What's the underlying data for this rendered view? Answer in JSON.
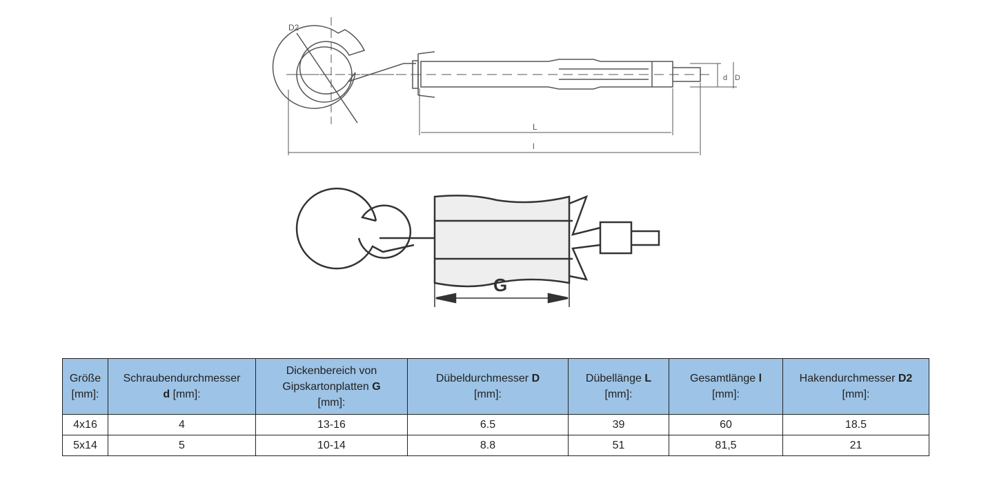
{
  "drawing_labels": {
    "hook_diameter": "D2",
    "screw_diameter": "d",
    "dowel_diameter": "D",
    "dowel_length": "L",
    "total_length": "l",
    "board_thickness": "G"
  },
  "table": {
    "headers": [
      {
        "pre": "Größe",
        "bold": "",
        "post": "[mm]:"
      },
      {
        "pre": "Schraubendurchmesser",
        "bold": "d",
        "post": "[mm]:"
      },
      {
        "pre": "Dickenbereich von Gipskartonplatten",
        "bold": "G",
        "post": "[mm]:"
      },
      {
        "pre": "Dübeldurchmesser",
        "bold": "D",
        "post": "[mm]:"
      },
      {
        "pre": "Dübellänge",
        "bold": "L",
        "post": "[mm]:"
      },
      {
        "pre": "Gesamtlänge",
        "bold": "l",
        "post": "[mm]:"
      },
      {
        "pre": "Hakendurchmesser",
        "bold": "D2",
        "post": "[mm]:"
      }
    ],
    "rows": [
      [
        "4x16",
        "4",
        "13-16",
        "6.5",
        "39",
        "60",
        "18.5"
      ],
      [
        "5x14",
        "5",
        "10-14",
        "8.8",
        "51",
        "81,5",
        "21"
      ]
    ]
  }
}
